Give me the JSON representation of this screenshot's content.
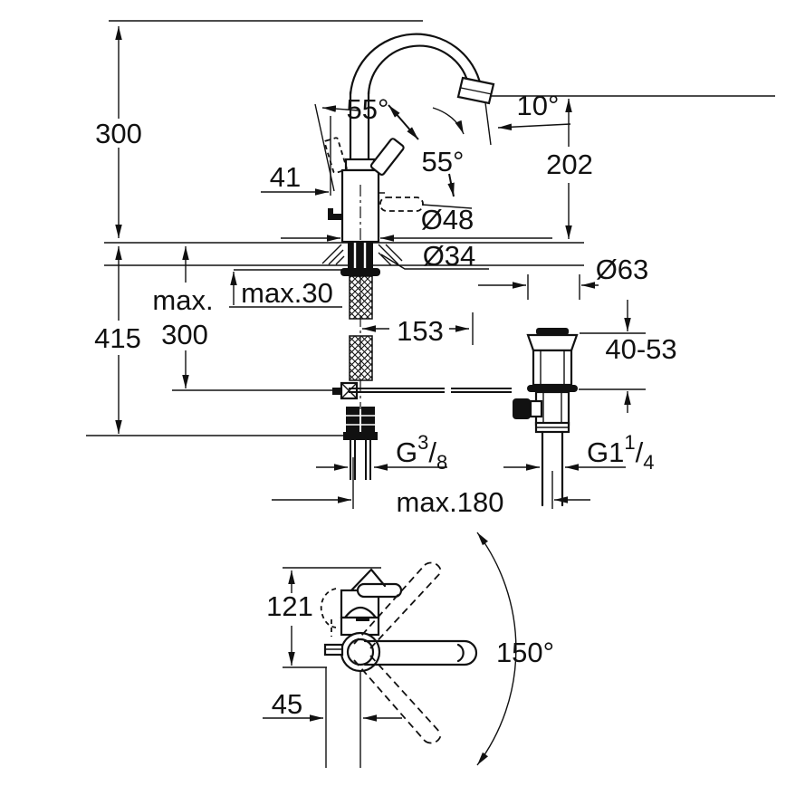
{
  "drawing": {
    "kind": "faucet installation dimension drawing",
    "line_color": "#111111",
    "background": "#ffffff"
  },
  "fv": {
    "d300": "300",
    "d415": "415",
    "dmax": "max.",
    "dmax300": "300",
    "d202": "202",
    "a10": "10°",
    "a55l": "55°",
    "a55r": "55°",
    "d41": "41",
    "d48": "Ø48",
    "d34": "Ø34",
    "dmax30": "max.30",
    "d153": "153",
    "d63": "Ø63",
    "d4053": "40-53",
    "dmax180": "max.180",
    "g38": {
      "p": "G",
      "n": "3",
      "s": "/",
      "d": "8"
    },
    "g114": {
      "p": "G1",
      "n": "1",
      "s": "/",
      "d": "4"
    }
  },
  "tv": {
    "d121": "121",
    "d45": "45",
    "a150": "150°"
  }
}
